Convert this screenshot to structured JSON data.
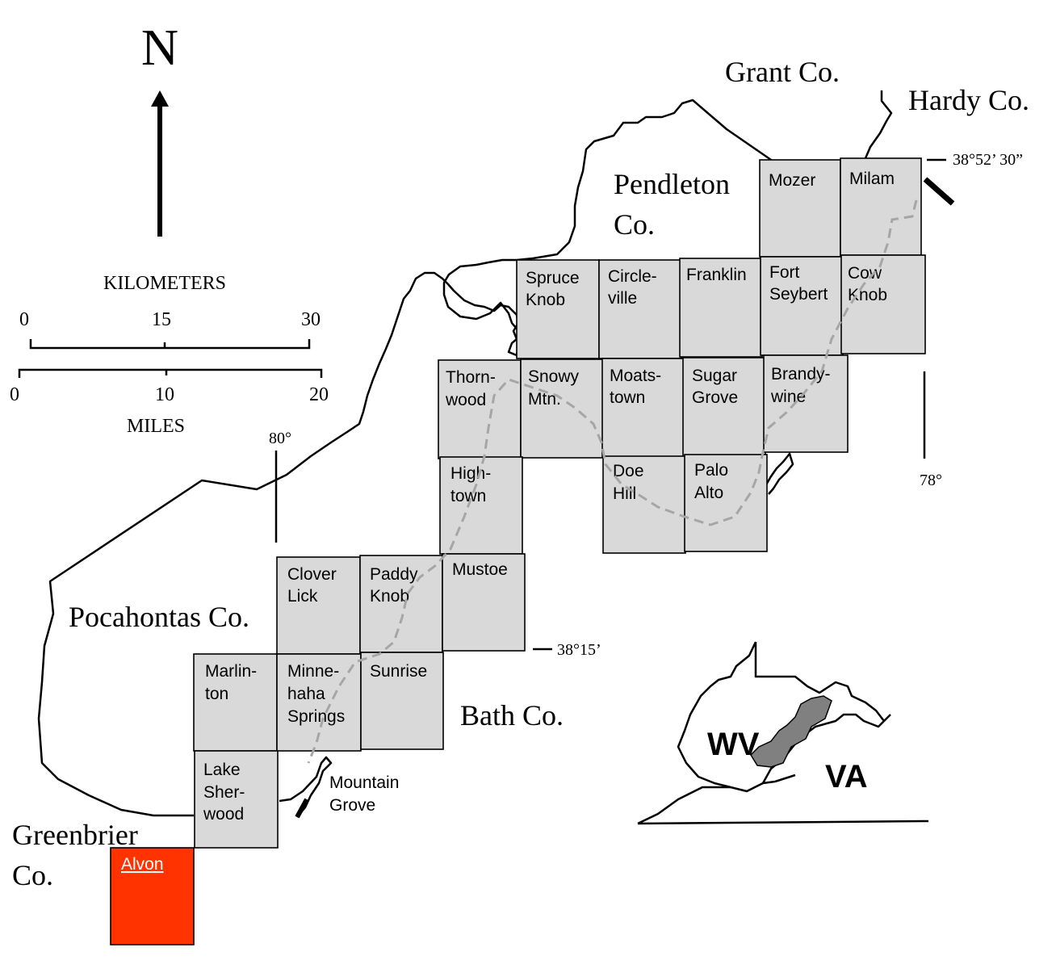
{
  "north": {
    "letter": "N"
  },
  "scale": {
    "km_title": "KILOMETERS",
    "km_ticks": [
      "0",
      "15",
      "30"
    ],
    "mi_ticks": [
      "0",
      "10",
      "20"
    ],
    "mi_title": "MILES"
  },
  "coordinates": {
    "lon_80": "80°",
    "lon_78": "78°",
    "lat_north": "38°52’ 30”",
    "lat_mid": "38°15’"
  },
  "counties": {
    "grant": "Grant Co.",
    "hardy": "Hardy Co.",
    "pendleton": [
      "Pendleton",
      "Co."
    ],
    "pocahontas": "Pocahontas Co.",
    "bath": "Bath Co.",
    "greenbrier": [
      "Greenbrier",
      "Co."
    ]
  },
  "place": {
    "mountain_grove": [
      "Mountain",
      "Grove"
    ]
  },
  "quadrangles": [
    {
      "id": "mozer",
      "lines": [
        "Mozer"
      ]
    },
    {
      "id": "milam",
      "lines": [
        "Milam"
      ]
    },
    {
      "id": "spruce-knob",
      "lines": [
        "Spruce",
        "Knob"
      ]
    },
    {
      "id": "circleville",
      "lines": [
        "Circle-",
        "ville"
      ]
    },
    {
      "id": "franklin",
      "lines": [
        "Franklin"
      ]
    },
    {
      "id": "fort-seybert",
      "lines": [
        "Fort",
        "Seybert"
      ]
    },
    {
      "id": "cow-knob",
      "lines": [
        "Cow",
        "Knob"
      ]
    },
    {
      "id": "thornwood",
      "lines": [
        "Thorn-",
        "wood"
      ]
    },
    {
      "id": "snowy-mtn",
      "lines": [
        "Snowy",
        "Mtn."
      ]
    },
    {
      "id": "moatstown",
      "lines": [
        "Moats-",
        "town"
      ]
    },
    {
      "id": "sugar-grove",
      "lines": [
        "Sugar",
        "Grove"
      ]
    },
    {
      "id": "brandywine",
      "lines": [
        "Brandy-",
        "wine"
      ]
    },
    {
      "id": "hightown",
      "lines": [
        "High-",
        "town"
      ]
    },
    {
      "id": "doe-hill",
      "lines": [
        "Doe",
        "Hill"
      ]
    },
    {
      "id": "palo-alto",
      "lines": [
        "Palo",
        "Alto"
      ]
    },
    {
      "id": "clover-lick",
      "lines": [
        "Clover",
        "Lick"
      ]
    },
    {
      "id": "paddy-knob",
      "lines": [
        "Paddy",
        "Knob"
      ]
    },
    {
      "id": "mustoe",
      "lines": [
        "Mustoe"
      ]
    },
    {
      "id": "marlinton",
      "lines": [
        "Marlin-",
        "ton"
      ]
    },
    {
      "id": "minnehaha-springs",
      "lines": [
        "Minne-",
        "haha",
        "Springs"
      ]
    },
    {
      "id": "sunrise",
      "lines": [
        "Sunrise"
      ]
    },
    {
      "id": "lake-sherwood",
      "lines": [
        "Lake",
        "Sher-",
        "wood"
      ]
    },
    {
      "id": "alvon",
      "lines": [
        "Alvon"
      ],
      "highlight": true
    }
  ],
  "inset": {
    "wv": "WV",
    "va": "VA"
  },
  "colors": {
    "quad_fill": "#d9d9d9",
    "highlight_fill": "#ff3300",
    "inset_shade": "#808080"
  }
}
